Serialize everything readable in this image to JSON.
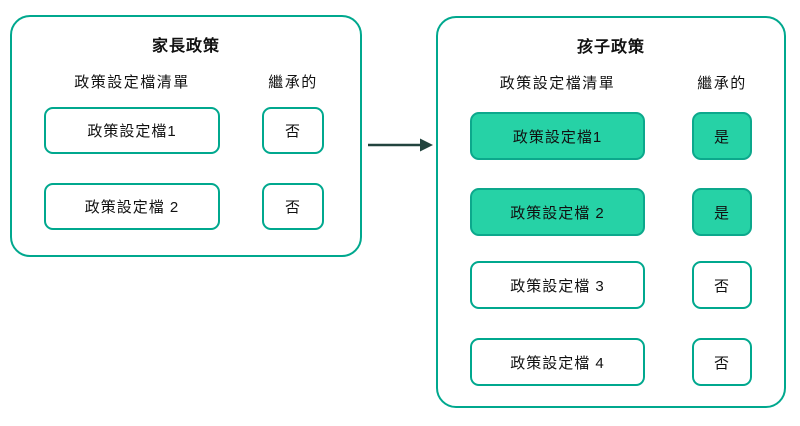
{
  "colors": {
    "teal_border": "#00A88E",
    "green_fill": "#26D2A6",
    "arrow_color": "#22443E",
    "text_color": "#111111"
  },
  "parent_panel": {
    "title": "家長政策",
    "profile_header": "政策設定檔清單",
    "inherited_header": "繼承的",
    "rows": [
      {
        "profile": "政策設定檔1",
        "inherited": "否",
        "highlighted": false
      },
      {
        "profile": "政策設定檔 2",
        "inherited": "否",
        "highlighted": false
      }
    ]
  },
  "child_panel": {
    "title": "孩子政策",
    "profile_header": "政策設定檔清單",
    "inherited_header": "繼承的",
    "rows": [
      {
        "profile": "政策設定檔1",
        "inherited": "是",
        "highlighted": true
      },
      {
        "profile": "政策設定檔 2",
        "inherited": "是",
        "highlighted": true
      },
      {
        "profile": "政策設定檔 3",
        "inherited": "否",
        "highlighted": false
      },
      {
        "profile": "政策設定檔 4",
        "inherited": "否",
        "highlighted": false
      }
    ]
  }
}
